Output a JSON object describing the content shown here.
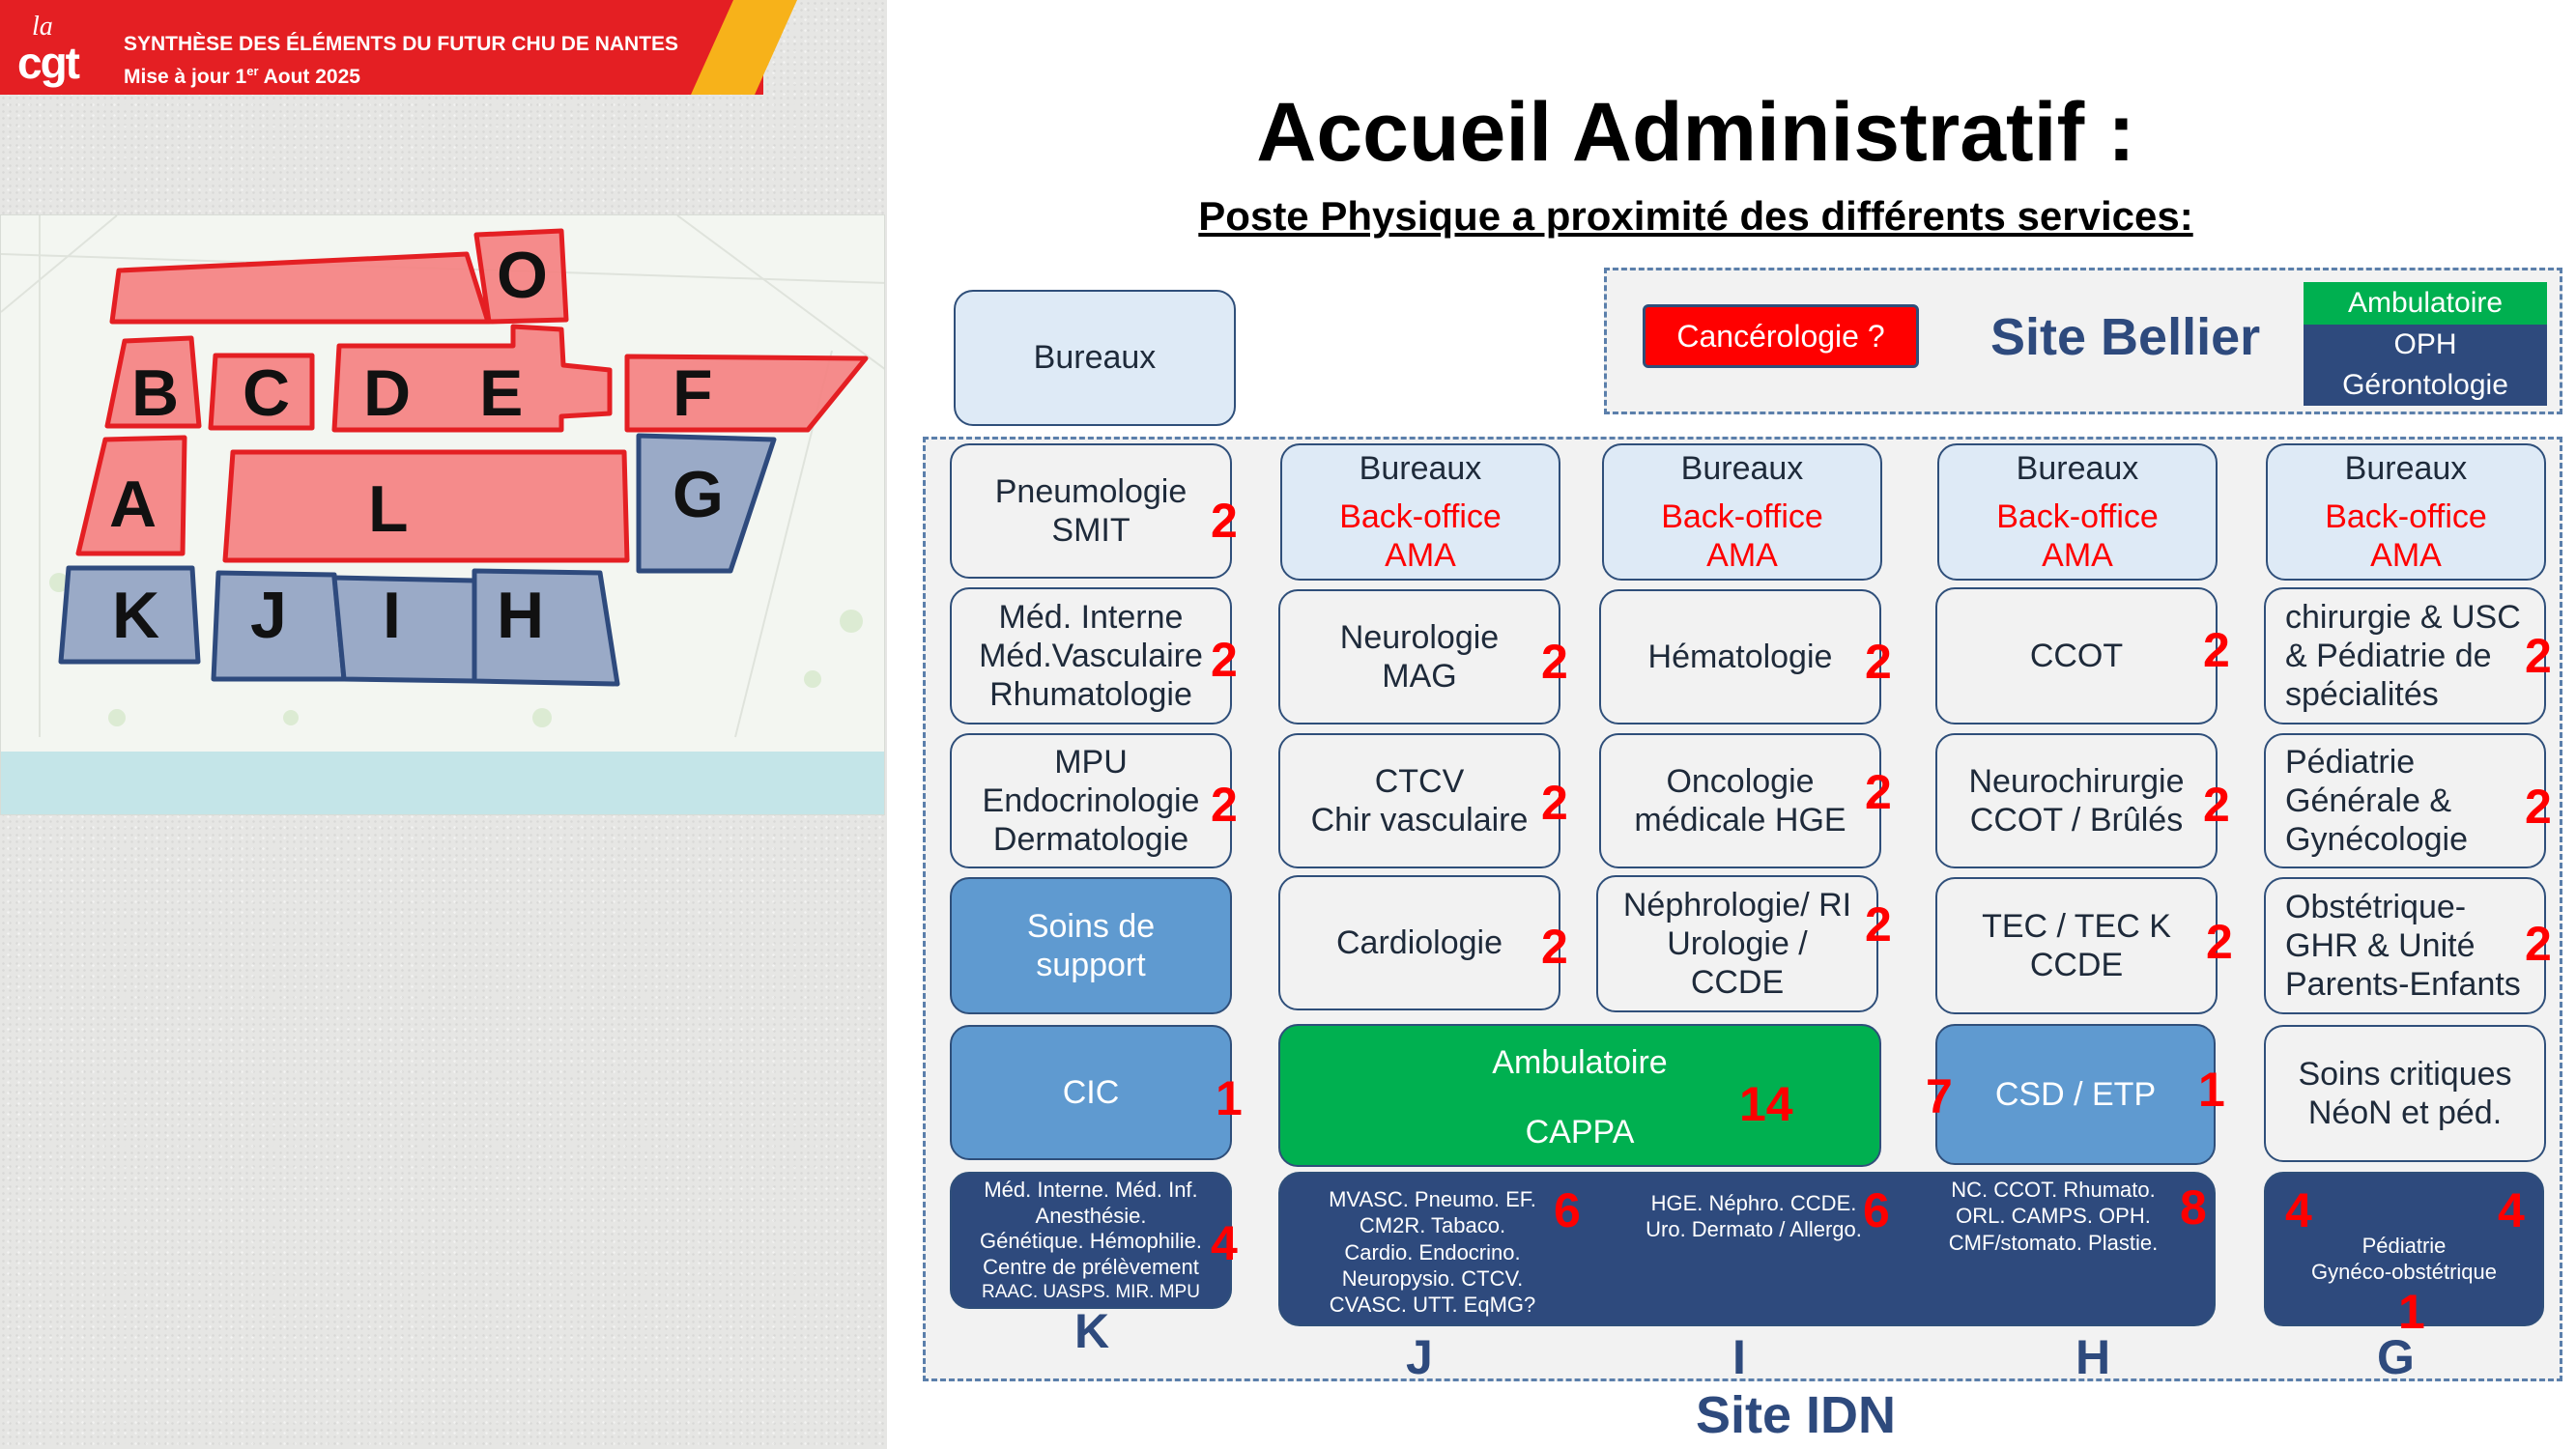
{
  "header": {
    "logo_small": "la",
    "logo": "cgt",
    "title": "SYNTHÈSE DES ÉLÉMENTS DU FUTUR CHU DE NANTES",
    "update_prefix": "Mise à jour 1",
    "update_sup": "er",
    "update_suffix": " Aout 2025"
  },
  "map": {
    "buildings": [
      "O",
      "B",
      "C",
      "D",
      "E",
      "F",
      "A",
      "L",
      "G",
      "K",
      "J",
      "I",
      "H"
    ],
    "colors": {
      "red": "#ff0000",
      "blue": "#2e4a7d"
    }
  },
  "title": "Accueil Administratif :",
  "subtitle": "Poste Physique a proximité des différents services:",
  "bellier": {
    "site": "Site Bellier",
    "cancer": "Cancérologie ?",
    "legend_green": "Ambulatoire",
    "legend_blue1": "OPH",
    "legend_blue2": "Gérontologie"
  },
  "site_idn": "Site IDN",
  "bureaux": "Bureaux",
  "backoffice": "Back-office",
  "ama": "AMA",
  "cols": {
    "K": "K",
    "J": "J",
    "I": "I",
    "H": "H",
    "G": "G"
  },
  "boxes": {
    "k1a": "Pneumologie",
    "k1b": "SMIT",
    "k1n": "2",
    "k2a": "Méd. Interne",
    "k2b": "Méd.Vasculaire",
    "k2c": "Rhumatologie",
    "k2n": "2",
    "k3a": "MPU",
    "k3b": "Endocrinologie",
    "k3c": "Dermatologie",
    "k3n": "2",
    "k4a": "Soins de",
    "k4b": "support",
    "k5": "CIC",
    "k5n": "1",
    "k6a": "Méd. Interne. Méd. Inf.",
    "k6b": "Anesthésie.",
    "k6c": "Génétique. Hémophilie.",
    "k6d": "Centre de prélèvement",
    "k6e": "RAAC. UASPS. MIR. MPU",
    "k6n": "4",
    "j2a": "Neurologie",
    "j2b": "MAG",
    "j2n": "2",
    "j3a": "CTCV",
    "j3b": "Chir vasculaire",
    "j3n": "2",
    "j4": "Cardiologie",
    "j4n": "2",
    "i2": "Hématologie",
    "i2n": "2",
    "i3a": "Oncologie",
    "i3b": "médicale HGE",
    "i3n": "2",
    "i4a": "Néphrologie/ RI",
    "i4b": "Urologie /",
    "i4c": "CCDE",
    "i4n": "2",
    "amb_a": "Ambulatoire",
    "amb_b": "CAPPA",
    "amb_n": "14",
    "h2": "CCOT",
    "h2n": "2",
    "h3a": "Neurochirurgie",
    "h3b": "CCOT / Brûlés",
    "h3n": "2",
    "h4a": "TEC / TEC K",
    "h4b": "CCDE",
    "h4n": "2",
    "h5": "CSD / ETP",
    "h5n": "1",
    "h5l": "7",
    "g2a": "chirurgie & USC",
    "g2b": "& Pédiatrie de",
    "g2c": "spécialités",
    "g2n": "2",
    "g3a": "Pédiatrie",
    "g3b": "Générale &",
    "g3c": "Gynécologie",
    "g3n": "2",
    "g4a": "Obstétrique-",
    "g4b": "GHR & Unité",
    "g4c": "Parents-Enfants",
    "g4n": "2",
    "g5a": "Soins critiques",
    "g5b": "NéoN et péd.",
    "n_j1": "MVASC. Pneumo. EF.",
    "n_j2": "CM2R. Tabaco.",
    "n_j3": "Cardio. Endocrino.",
    "n_j4": "Neuropysio. CTCV.",
    "n_j5": "CVASC. UTT. EqMG?",
    "n_jn": "6",
    "n_i1": "HGE. Néphro. CCDE.",
    "n_i2": "Uro. Dermato / Allergo.",
    "n_in": "6",
    "n_h1": "NC. CCOT. Rhumato.",
    "n_h2": "ORL. CAMPS. OPH.",
    "n_h3": "CMF/stomato. Plastie.",
    "n_hn": "8",
    "n_g1": "Pédiatrie",
    "n_g2": "Gynéco-obstétrique",
    "n_gn1": "4",
    "n_gn2": "4",
    "n_gn3": "1"
  }
}
